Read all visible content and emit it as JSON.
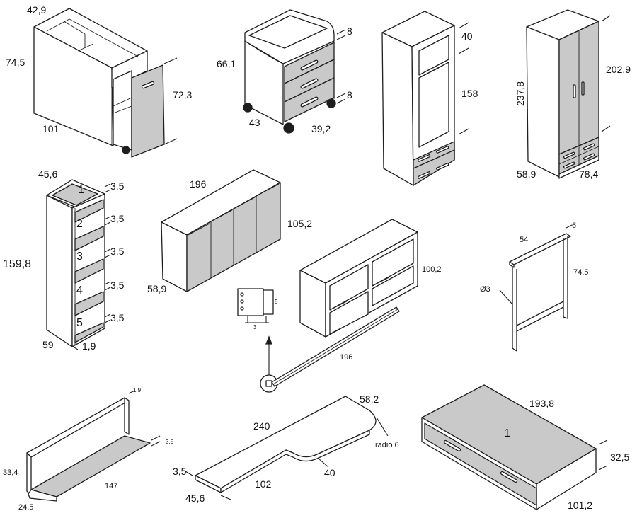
{
  "items": {
    "desk": {
      "depth": "42,9",
      "height": "74,5",
      "width": "101",
      "drawer_height": "72,3"
    },
    "pedestal": {
      "top_gap": "8",
      "height": "66,1",
      "drawer_gap": "8",
      "width": "43",
      "depth": "39,2"
    },
    "tall_cabinet": {
      "top": "40",
      "middle": "158"
    },
    "wardrobe": {
      "height": "237,8",
      "inner_height": "202,9",
      "depth": "58,9",
      "width": "78,4"
    },
    "bookcase": {
      "depth": "45,6",
      "height": "159,8",
      "width": "59",
      "thickness": "1,9",
      "shelf_numbers": [
        "1",
        "2",
        "3",
        "4",
        "5"
      ],
      "shelf_thickness": [
        "3,5",
        "3,5",
        "3,5",
        "3,5",
        "3,5"
      ]
    },
    "sideboard": {
      "width": "196",
      "height": "105,2",
      "depth": "58,9"
    },
    "tv_unit": {
      "height": "100,2"
    },
    "detail": {
      "height": "5",
      "width": "3"
    },
    "rail": {
      "length": "196"
    },
    "frame": {
      "width": "54",
      "depth": "6",
      "height": "74,5",
      "diameter": "Ø3"
    },
    "shelf": {
      "thickness": "1,9",
      "lip": "3,5",
      "height": "33,4",
      "width": "147",
      "depth": "24,5"
    },
    "corner_desk": {
      "depth_end": "58,2",
      "length": "240",
      "radius": "radio 6",
      "inner": "40",
      "thickness": "3,5",
      "front": "102",
      "depth": "45,6"
    },
    "bed_drawer": {
      "label": "1",
      "length": "193,8",
      "height": "32,5",
      "width": "101,2"
    }
  }
}
